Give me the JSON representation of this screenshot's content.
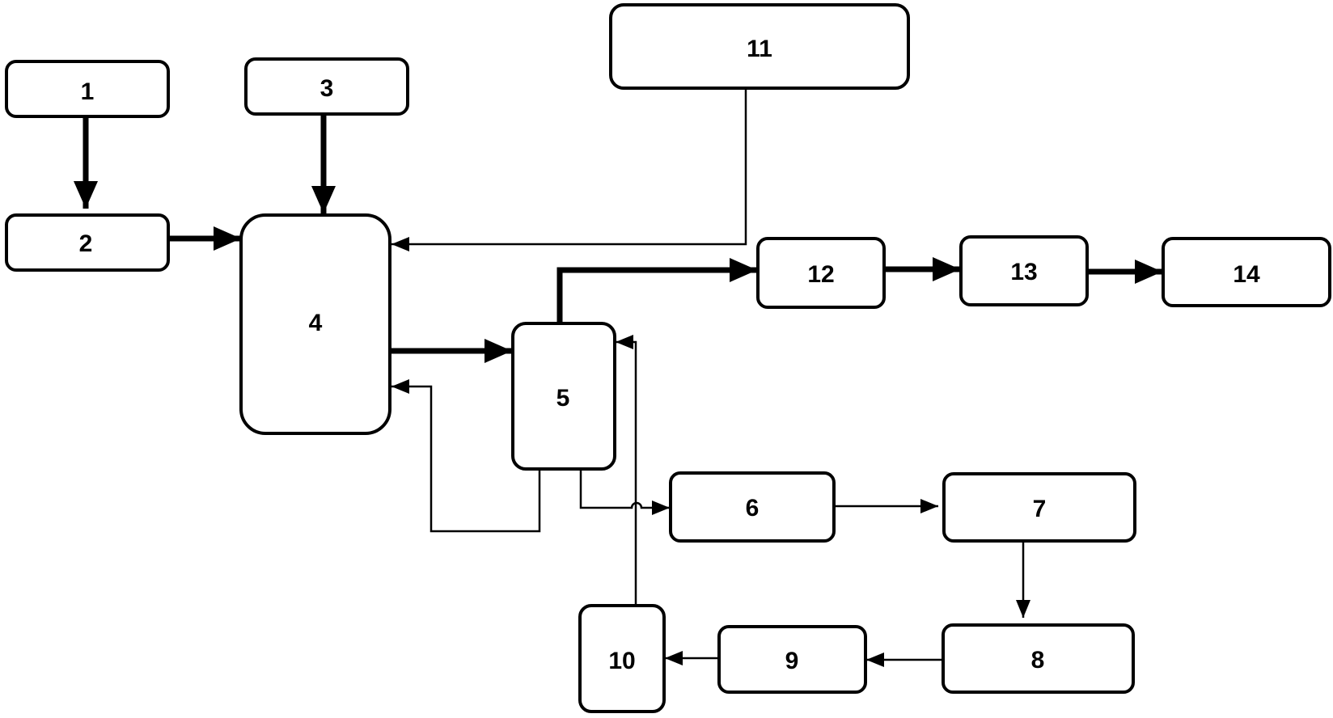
{
  "diagram": {
    "nodes": [
      {
        "id": "n1",
        "label": "1"
      },
      {
        "id": "n2",
        "label": "2"
      },
      {
        "id": "n3",
        "label": "3"
      },
      {
        "id": "n4",
        "label": "4"
      },
      {
        "id": "n5",
        "label": "5"
      },
      {
        "id": "n6",
        "label": "6"
      },
      {
        "id": "n7",
        "label": "7"
      },
      {
        "id": "n8",
        "label": "8"
      },
      {
        "id": "n9",
        "label": "9"
      },
      {
        "id": "n10",
        "label": "10"
      },
      {
        "id": "n11",
        "label": "11"
      },
      {
        "id": "n12",
        "label": "12"
      },
      {
        "id": "n13",
        "label": "13"
      },
      {
        "id": "n14",
        "label": "14"
      }
    ],
    "edges": [
      {
        "from": "1",
        "to": "2",
        "style": "thick"
      },
      {
        "from": "2",
        "to": "4",
        "style": "thick"
      },
      {
        "from": "3",
        "to": "4",
        "style": "thick"
      },
      {
        "from": "11",
        "to": "4",
        "style": "thin"
      },
      {
        "from": "4",
        "to": "5",
        "style": "thick"
      },
      {
        "from": "5",
        "to": "4",
        "style": "thin"
      },
      {
        "from": "5",
        "to": "12",
        "style": "thick"
      },
      {
        "from": "12",
        "to": "13",
        "style": "thick"
      },
      {
        "from": "13",
        "to": "14",
        "style": "thick"
      },
      {
        "from": "5",
        "to": "6",
        "style": "thin"
      },
      {
        "from": "6",
        "to": "7",
        "style": "thin"
      },
      {
        "from": "7",
        "to": "8",
        "style": "thin"
      },
      {
        "from": "8",
        "to": "9",
        "style": "thin"
      },
      {
        "from": "9",
        "to": "10",
        "style": "thin"
      },
      {
        "from": "10",
        "to": "5",
        "style": "thin"
      }
    ]
  }
}
